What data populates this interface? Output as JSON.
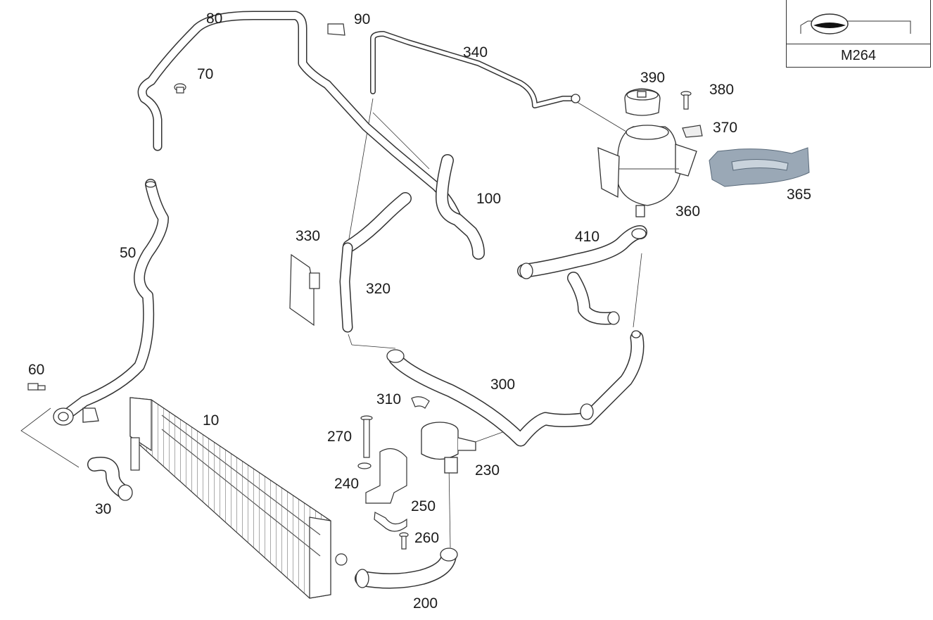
{
  "diagram": {
    "engine_code": "M264",
    "callouts": [
      {
        "id": "c10",
        "text": "10"
      },
      {
        "id": "c30",
        "text": "30"
      },
      {
        "id": "c50",
        "text": "50"
      },
      {
        "id": "c60",
        "text": "60"
      },
      {
        "id": "c70",
        "text": "70"
      },
      {
        "id": "c80",
        "text": "80"
      },
      {
        "id": "c90",
        "text": "90"
      },
      {
        "id": "c100",
        "text": "100"
      },
      {
        "id": "c200",
        "text": "200"
      },
      {
        "id": "c230",
        "text": "230"
      },
      {
        "id": "c240",
        "text": "240"
      },
      {
        "id": "c250",
        "text": "250"
      },
      {
        "id": "c260",
        "text": "260"
      },
      {
        "id": "c270",
        "text": "270"
      },
      {
        "id": "c300",
        "text": "300"
      },
      {
        "id": "c310",
        "text": "310"
      },
      {
        "id": "c320",
        "text": "320"
      },
      {
        "id": "c330",
        "text": "330"
      },
      {
        "id": "c340",
        "text": "340"
      },
      {
        "id": "c360",
        "text": "360"
      },
      {
        "id": "c365",
        "text": "365"
      },
      {
        "id": "c370",
        "text": "370"
      },
      {
        "id": "c380",
        "text": "380"
      },
      {
        "id": "c390",
        "text": "390"
      },
      {
        "id": "c410",
        "text": "410"
      }
    ]
  }
}
